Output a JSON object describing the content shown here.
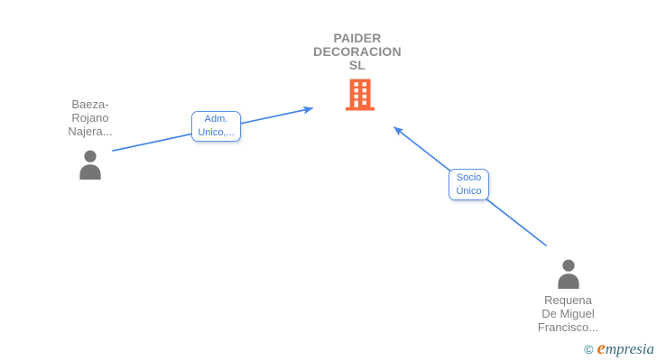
{
  "company": {
    "name": "PAIDER DECORACION SL",
    "lines": [
      "PAIDER",
      "DECORACION",
      "SL"
    ]
  },
  "persons": [
    {
      "name": "Baeza-Rojano Najera...",
      "lines": [
        "Baeza-",
        "Rojano",
        "Najera..."
      ]
    },
    {
      "name": "Requena De Miguel Francisco...",
      "lines": [
        "Requena",
        "De Miguel",
        "Francisco..."
      ]
    }
  ],
  "edges": [
    {
      "label": "Adm. Unico,...",
      "lines": [
        "Adm.",
        "Unico,..."
      ],
      "from": "Baeza-Rojano Najera...",
      "to": "PAIDER DECORACION SL"
    },
    {
      "label": "Socio Único",
      "lines": [
        "Socio",
        "Único"
      ],
      "from": "Requena De Miguel Francisco...",
      "to": "PAIDER DECORACION SL"
    }
  ],
  "watermark": {
    "symbol": "©",
    "brand_initial": "e",
    "brand_rest": "mpresia",
    "brand": "Empresia"
  },
  "colors": {
    "edge_blue": "#4285e8",
    "label_text_blue": "#3b7ae2",
    "label_border_blue": "#5b92e8",
    "building_orange": "#f96a3d",
    "person_gray": "#757575",
    "title_gray": "#8c8c8c",
    "logo_teal": "#2a8294",
    "logo_orange": "#ee7519",
    "logo_text_teal": "#356b7a"
  }
}
